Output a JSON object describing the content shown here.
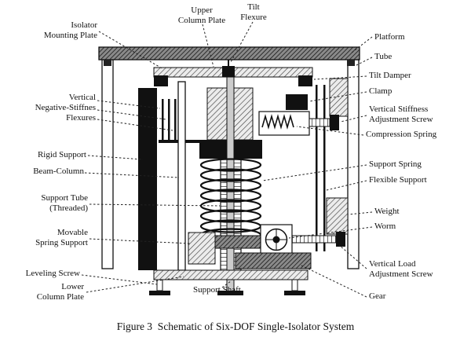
{
  "figure": {
    "caption": "Figure 3  Schematic of Six-DOF Single-Isolator System"
  },
  "labels": {
    "isolator_mounting_plate": "Isolator\nMounting Plate",
    "upper_column_plate": "Upper\nColumn Plate",
    "tilt_flexure": "Tilt\nFlexure",
    "platform": "Platform",
    "tube": "Tube",
    "tilt_damper": "Tilt Damper",
    "clamp": "Clamp",
    "vertical_stiffness_adjustment_screw": "Vertical Stiffness\nAdjustment Screw",
    "compression_spring": "Compression Spring",
    "vertical_negative_stiffness_flexures": "Vertical\nNegative-Stiffnes\nFlexures",
    "rigid_support": "Rigid Support",
    "beam_column": "Beam-Column",
    "support_tube_threaded": "Support Tube\n(Threaded)",
    "support_spring": "Support Spring",
    "flexible_support": "Flexible Support",
    "weight": "Weight",
    "worm": "Worm",
    "movable_spring_support": "Movable\nSpring Support",
    "leveling_screw": "Leveling Screw",
    "lower_column_plate": "Lower\nColumn Plate",
    "support_shaft": "Support Shaft",
    "vertical_load_adjustment_screw": "Vertical Load\nAdjustment Screw",
    "gear": "Gear"
  },
  "colors": {
    "ink": "#111111",
    "background": "#ffffff"
  }
}
